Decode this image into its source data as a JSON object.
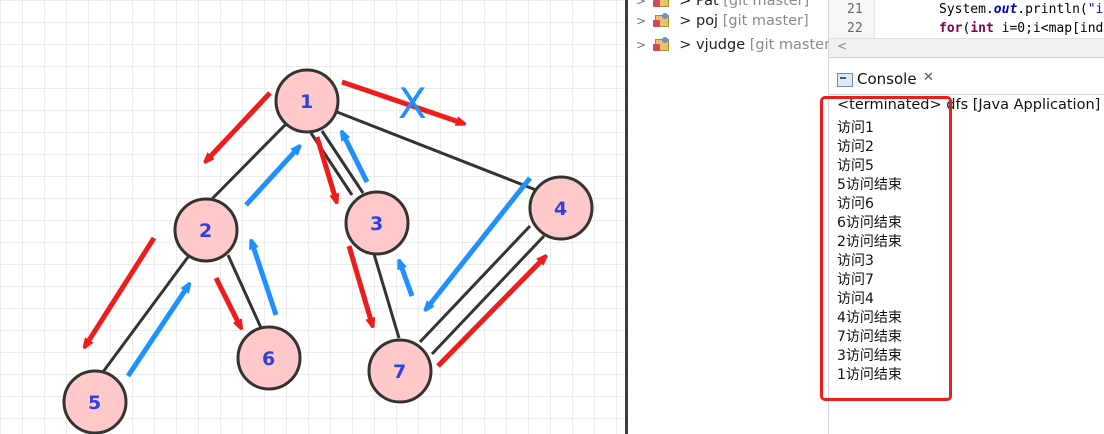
{
  "diagram": {
    "nodes": [
      {
        "label": "1"
      },
      {
        "label": "2"
      },
      {
        "label": "3"
      },
      {
        "label": "4"
      },
      {
        "label": "5"
      },
      {
        "label": "6"
      },
      {
        "label": "7"
      }
    ],
    "cross_mark": "X",
    "colors": {
      "node_fill": "#ffc9cc",
      "node_text": "#2e40e0",
      "red_arrow": "#ee1c1c",
      "blue_arrow": "#1e90ff"
    }
  },
  "explorer": {
    "items": [
      {
        "name": "Pat",
        "repo": "[git master]"
      },
      {
        "name": "poj",
        "repo": "[git master]"
      },
      {
        "name": "vjudge",
        "repo": "[git master]"
      }
    ]
  },
  "editor": {
    "lines": [
      {
        "num": "21"
      },
      {
        "num": "22"
      }
    ],
    "scroll_left": "<"
  },
  "console": {
    "tab_label": "Console",
    "tab_close": "✕",
    "header": "<terminated> dfs [Java Application] C",
    "lines": [
      "访问1",
      "访问2",
      "访问5",
      "5访问结束",
      "访问6",
      "6访问结束",
      "2访问结束",
      "访问3",
      "访问7",
      "访问4",
      "4访问结束",
      "7访问结束",
      "3访问结束",
      "1访问结束"
    ]
  }
}
